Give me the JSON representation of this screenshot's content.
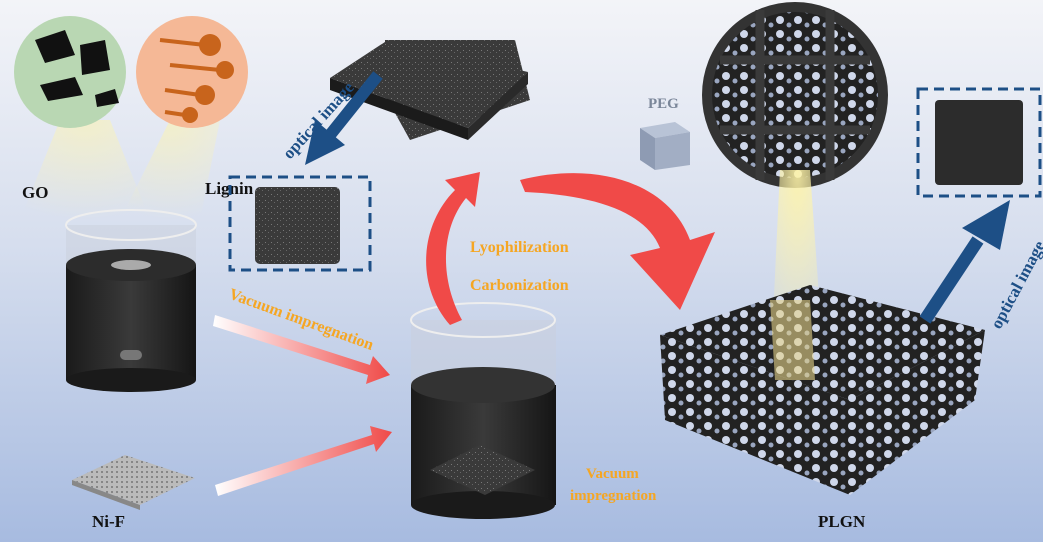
{
  "labels": {
    "go": "GO",
    "lignin": "Lignin",
    "optical_image_left": "optical image",
    "optical_image_right": "optical image",
    "vacuum_impregnation_left": "Vacuum impregnation",
    "vacuum_impregnation_right_line1": "Vacuum",
    "vacuum_impregnation_right_line2": "impregnation",
    "lyophilization": "Lyophilization",
    "carbonization": "Carbonization",
    "peg": "PEG",
    "ni_f": "Ni-F",
    "plgn": "PLGN"
  },
  "colors": {
    "process_text": "#f5a623",
    "arrow_red": "#f04a48",
    "arrow_blue": "#1d4f86",
    "dashed_box": "#1d4f86"
  }
}
